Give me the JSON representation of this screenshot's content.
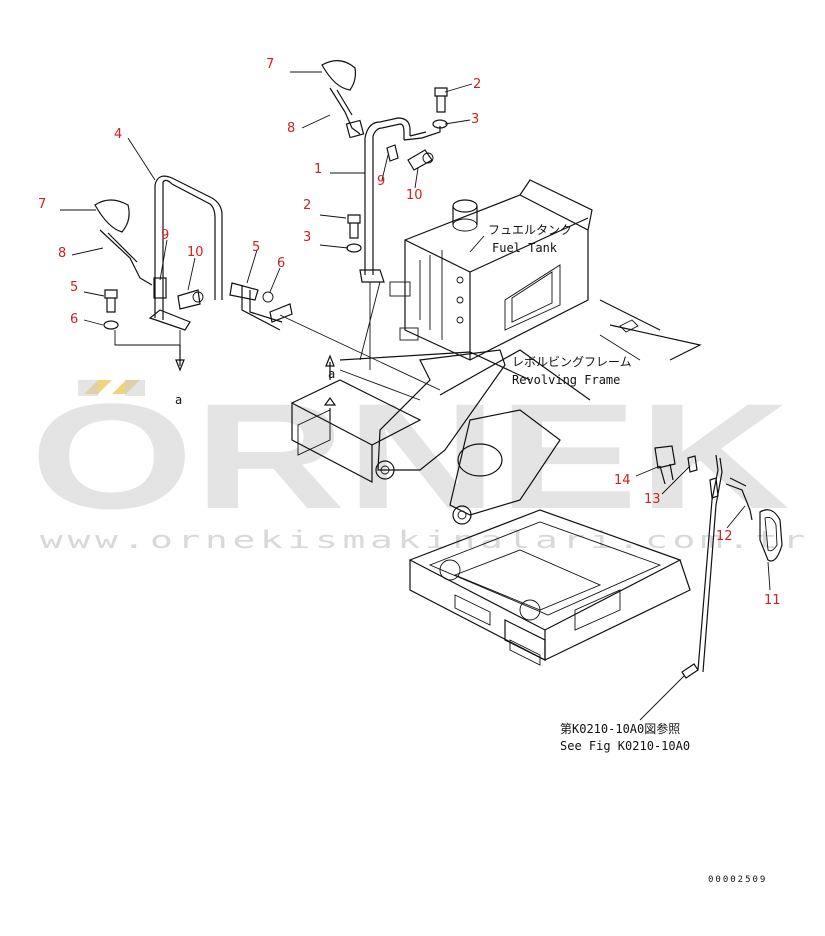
{
  "callouts": [
    {
      "id": "c7a",
      "text": "7"
    },
    {
      "id": "c8a",
      "text": "8"
    },
    {
      "id": "c2a",
      "text": "2"
    },
    {
      "id": "c3a",
      "text": "3"
    },
    {
      "id": "c1",
      "text": "1"
    },
    {
      "id": "c9a",
      "text": "9"
    },
    {
      "id": "c10a",
      "text": "10"
    },
    {
      "id": "c2b",
      "text": "2"
    },
    {
      "id": "c3b",
      "text": "3"
    },
    {
      "id": "c4",
      "text": "4"
    },
    {
      "id": "c7b",
      "text": "7"
    },
    {
      "id": "c8b",
      "text": "8"
    },
    {
      "id": "c9b",
      "text": "9"
    },
    {
      "id": "c10b",
      "text": "10"
    },
    {
      "id": "c5a",
      "text": "5"
    },
    {
      "id": "c6a",
      "text": "6"
    },
    {
      "id": "c5b",
      "text": "5"
    },
    {
      "id": "c6b",
      "text": "6"
    },
    {
      "id": "c14",
      "text": "14"
    },
    {
      "id": "c13",
      "text": "13"
    },
    {
      "id": "c12",
      "text": "12"
    },
    {
      "id": "c11",
      "text": "11"
    }
  ],
  "labels": {
    "fuel_tank_jp": "フュエルタンク",
    "fuel_tank_en": "Fuel Tank",
    "revolving_frame_jp": "レボルビングフレーム",
    "revolving_frame_en": "Revolving Frame",
    "ref_jp": "第K0210-10A0図参照",
    "ref_en": "See Fig K0210-10A0",
    "view_a1": "a",
    "view_a2": "a"
  },
  "watermark": {
    "brand": "ÖRNEK",
    "url": "www.ornekismakinalari.com.tr"
  },
  "doc_number": "00002509",
  "colors": {
    "callout": "#d22020",
    "linework": "#111111",
    "watermark": "#cfcfcf",
    "watermark_accent": "#f2d27a"
  }
}
